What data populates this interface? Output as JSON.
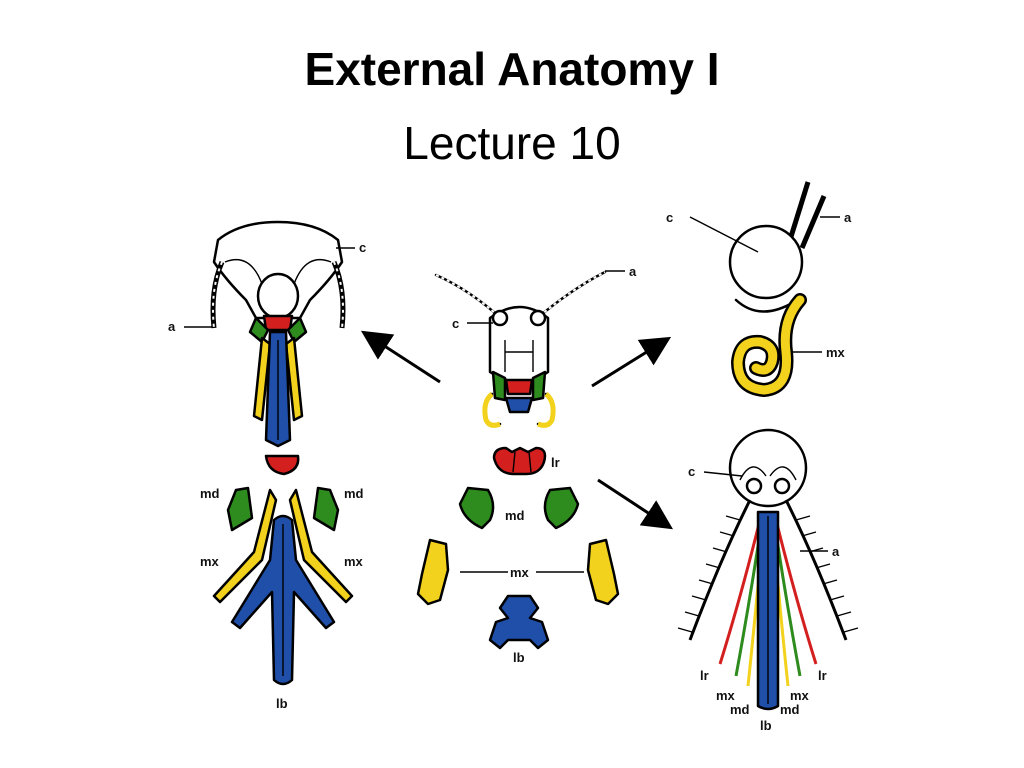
{
  "slide": {
    "title": "External Anatomy I",
    "subtitle": "Lecture 10"
  },
  "labels": {
    "a": "a",
    "c": "c",
    "lr": "lr",
    "md": "md",
    "mx": "mx",
    "lb": "lb"
  },
  "colors": {
    "labrum": "#d41f1f",
    "mandible": "#2e8b1e",
    "maxilla": "#f2d21c",
    "labium": "#1f4fa8",
    "outline": "#000000"
  }
}
